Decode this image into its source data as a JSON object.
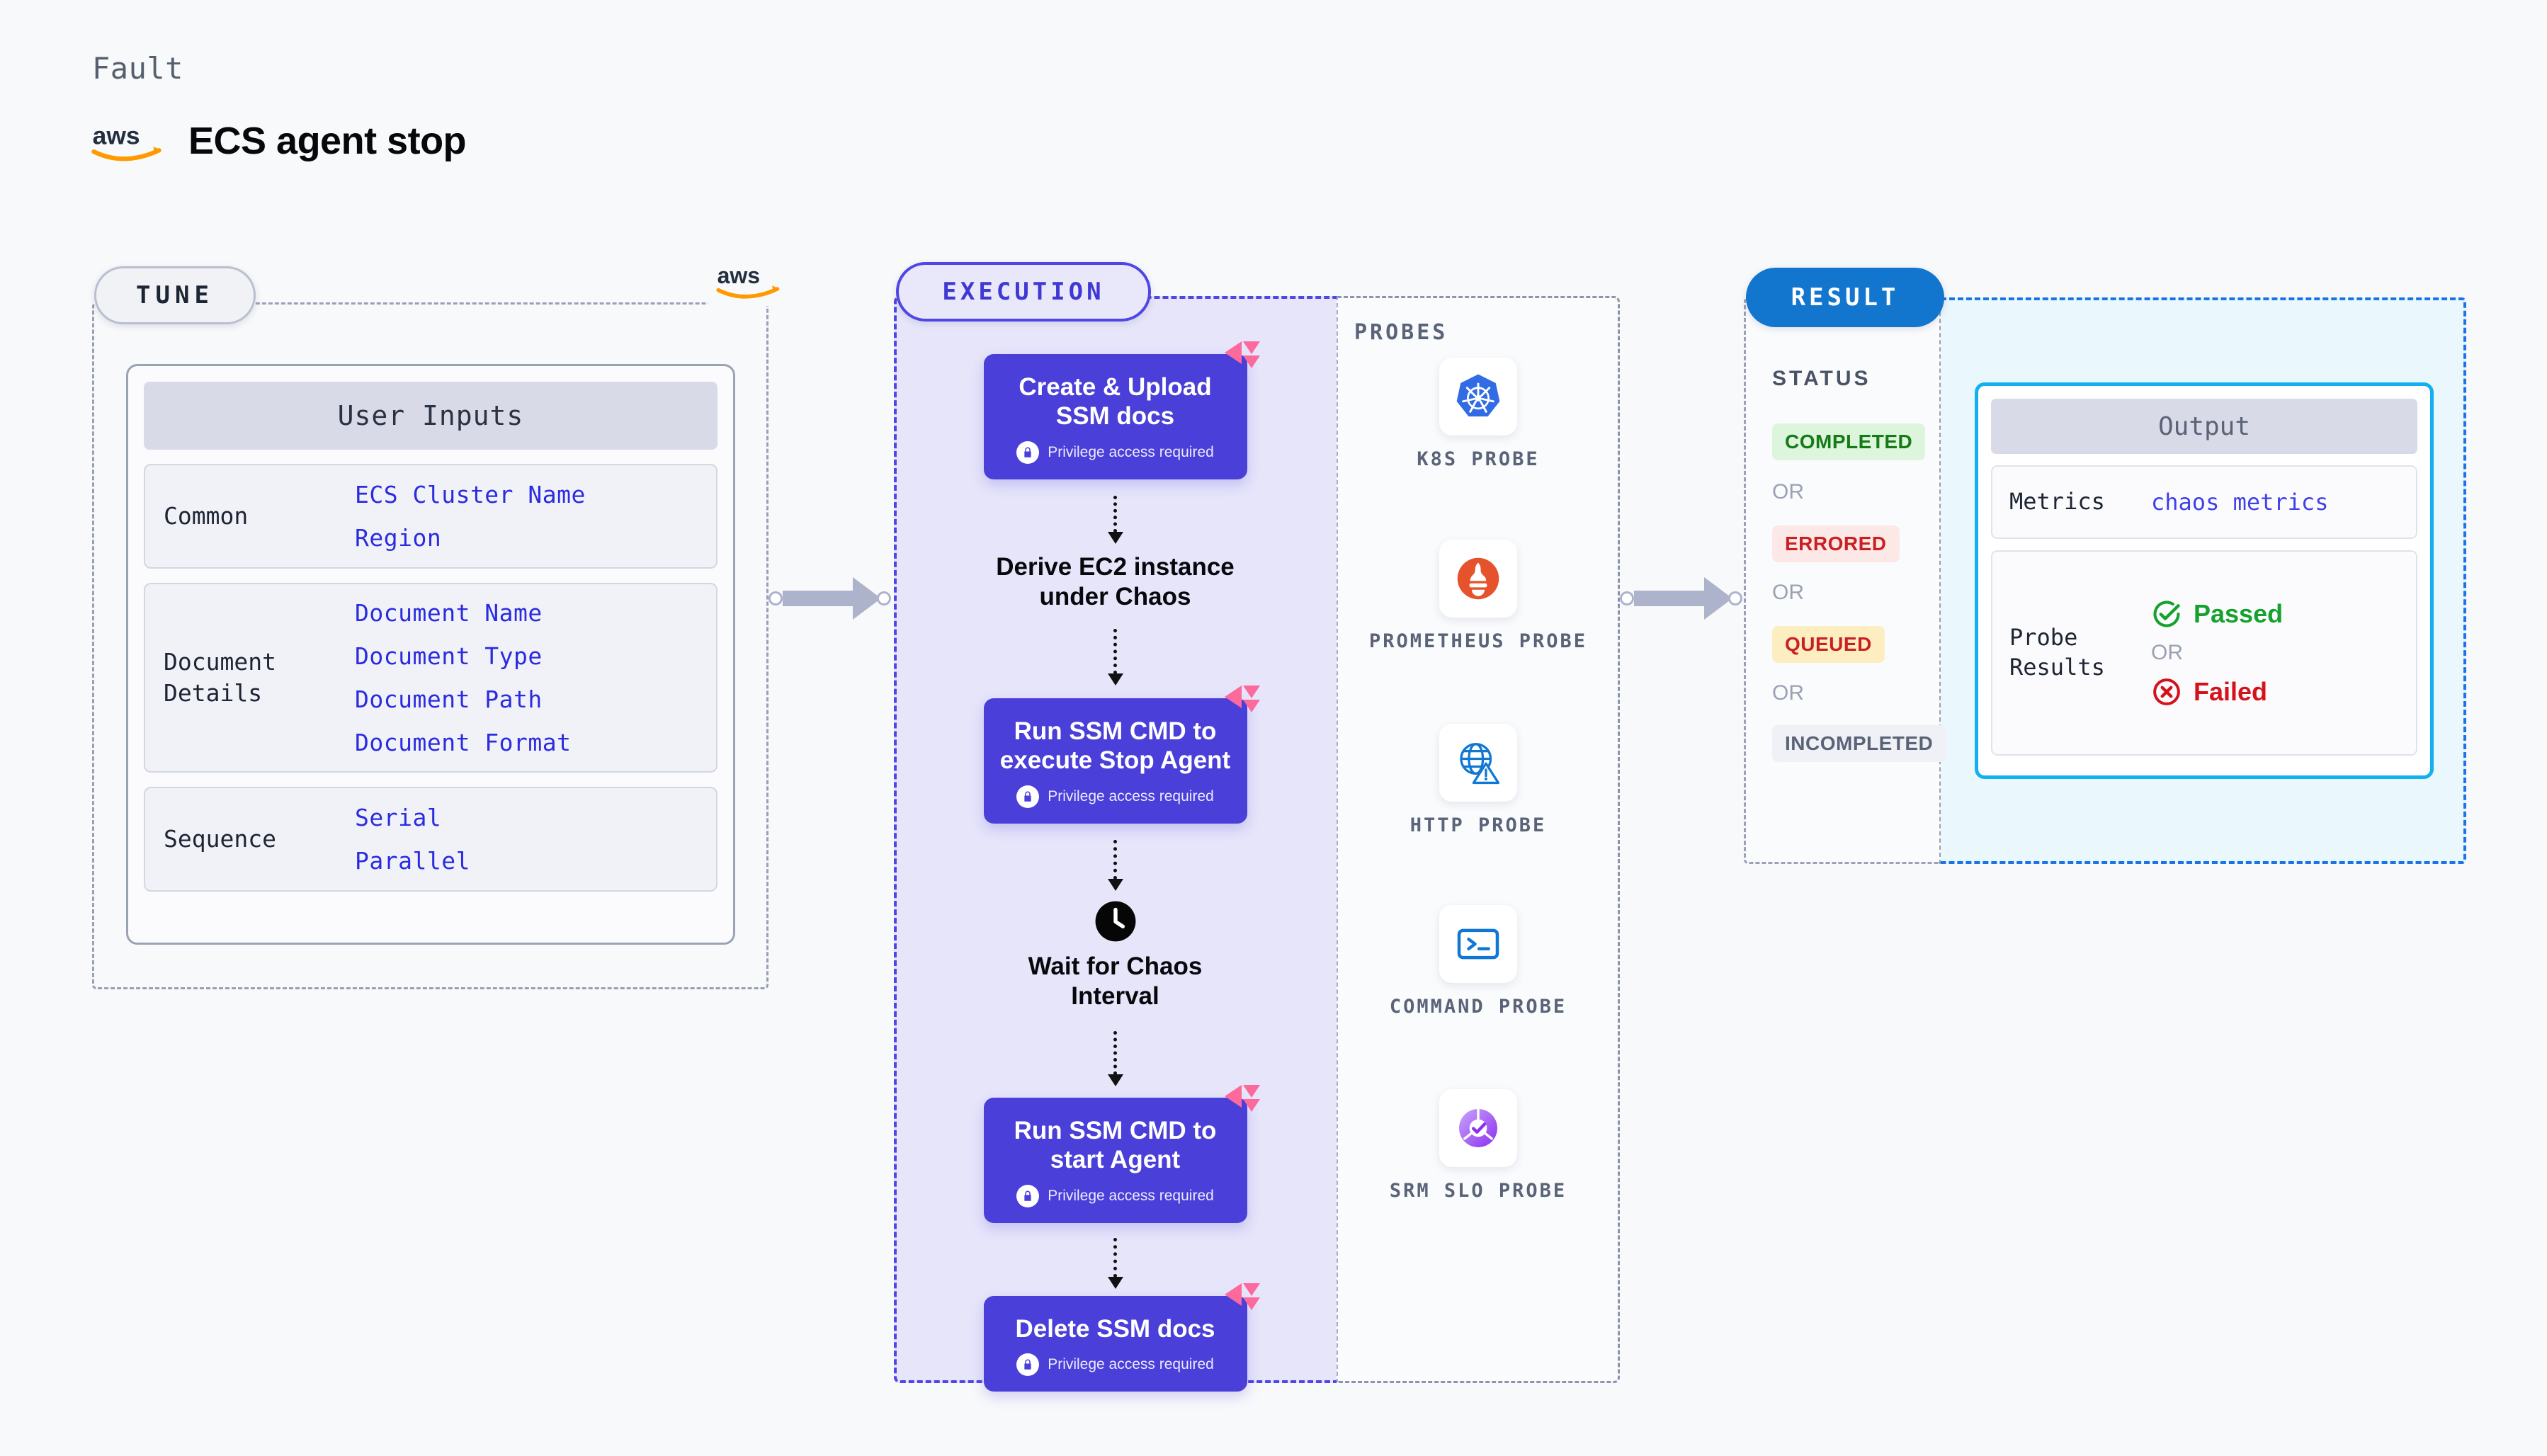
{
  "header": {
    "kicker": "Fault",
    "title": "ECS agent stop",
    "logo_icon": "aws-logo"
  },
  "tune": {
    "badge": "TUNE",
    "logo_icon": "aws-logo",
    "card_title": "User Inputs",
    "groups": [
      {
        "name": "Common",
        "values": [
          "ECS Cluster Name",
          "Region"
        ]
      },
      {
        "name": "Document Details",
        "values": [
          "Document Name",
          "Document Type",
          "Document Path",
          "Document Format"
        ]
      },
      {
        "name": "Sequence",
        "values": [
          "Serial",
          "Parallel"
        ]
      }
    ]
  },
  "execution": {
    "badge": "EXECUTION",
    "privilege_note": "Privilege access required",
    "steps": [
      {
        "type": "box",
        "title": "Create & Upload SSM docs",
        "privileged": true,
        "marked": true
      },
      {
        "type": "plain",
        "title": "Derive EC2 instance under Chaos"
      },
      {
        "type": "box",
        "title": "Run SSM CMD to execute Stop Agent",
        "privileged": true,
        "marked": true
      },
      {
        "type": "clock",
        "title": "Wait for Chaos Interval"
      },
      {
        "type": "box",
        "title": "Run SSM CMD to start Agent",
        "privileged": true,
        "marked": true
      },
      {
        "type": "box",
        "title": "Delete SSM docs",
        "privileged": true,
        "marked": true
      }
    ]
  },
  "probes": {
    "title": "PROBES",
    "items": [
      {
        "label": "K8S PROBE",
        "icon": "kubernetes-icon"
      },
      {
        "label": "PROMETHEUS PROBE",
        "icon": "prometheus-icon"
      },
      {
        "label": "HTTP PROBE",
        "icon": "http-globe-icon"
      },
      {
        "label": "COMMAND PROBE",
        "icon": "terminal-icon"
      },
      {
        "label": "SRM SLO PROBE",
        "icon": "srm-slo-icon"
      }
    ]
  },
  "result": {
    "badge": "RESULT",
    "status_title": "STATUS",
    "or_label": "OR",
    "statuses": [
      {
        "label": "COMPLETED",
        "bg": "#ddf5dd",
        "fg": "#157b16"
      },
      {
        "label": "ERRORED",
        "bg": "#fde8e8",
        "fg": "#c92121"
      },
      {
        "label": "QUEUED",
        "bg": "#fdeec2",
        "fg": "#c92121"
      },
      {
        "label": "INCOMPLETED",
        "bg": "#f0f1f6",
        "fg": "#5a6377"
      }
    ],
    "output": {
      "title": "Output",
      "metrics_label": "Metrics",
      "metrics_value": "chaos metrics",
      "probe_results_label": "Probe Results",
      "passed": "Passed",
      "failed": "Failed",
      "or_label": "OR"
    }
  },
  "colors": {
    "page_bg": "#f8f9fb",
    "execution_accent": "#4f46e5",
    "step_box": "#4a3fd8",
    "result_accent": "#1275ce",
    "output_accent": "#13b0ef",
    "input_value": "#2b2be0"
  }
}
